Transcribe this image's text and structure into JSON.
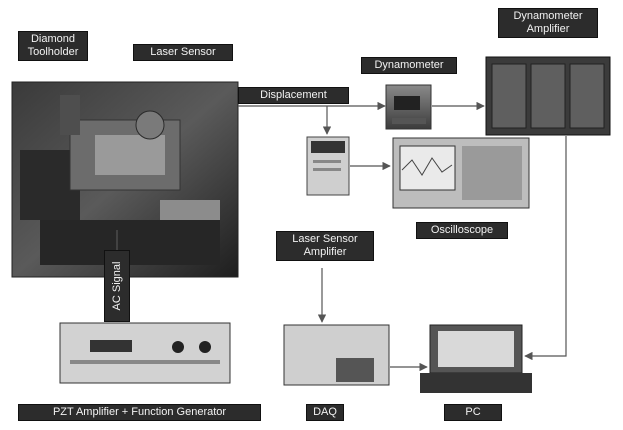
{
  "labels": {
    "diamond_toolholder": [
      "Diamond",
      "Toolholder"
    ],
    "laser_sensor": "Laser Sensor",
    "dynamometer_amplifier": [
      "Dynamometer",
      "Amplifier"
    ],
    "dynamometer": "Dynamometer",
    "displacement": "Displacement",
    "laser_sensor_amplifier": [
      "Laser Sensor",
      "Amplifier"
    ],
    "oscilloscope": "Oscilloscope",
    "ac_signal": "AC Signal",
    "pzt_amplifier": "PZT Amplifier + Function Generator",
    "daq": "DAQ",
    "pc": "PC"
  },
  "colors": {
    "label_bg": "#2c2c2c",
    "label_text": "#f2f2f2",
    "line": "#555555"
  }
}
